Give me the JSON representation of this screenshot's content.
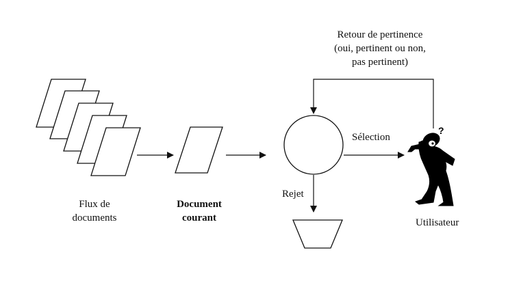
{
  "feedback": {
    "line1": "Retour de pertinence",
    "line2": "(oui, pertinent ou non,",
    "line3": "pas pertinent)"
  },
  "flux": {
    "line1": "Flux de",
    "line2": "documents"
  },
  "current_doc": {
    "line1": "Document",
    "line2": "courant"
  },
  "selection_label": "Sélection",
  "reject_label": "Rejet",
  "user_label": "Utilisateur",
  "user_thought_mark": "?",
  "colors": {
    "stroke": "#111111",
    "fill": "#ffffff"
  }
}
